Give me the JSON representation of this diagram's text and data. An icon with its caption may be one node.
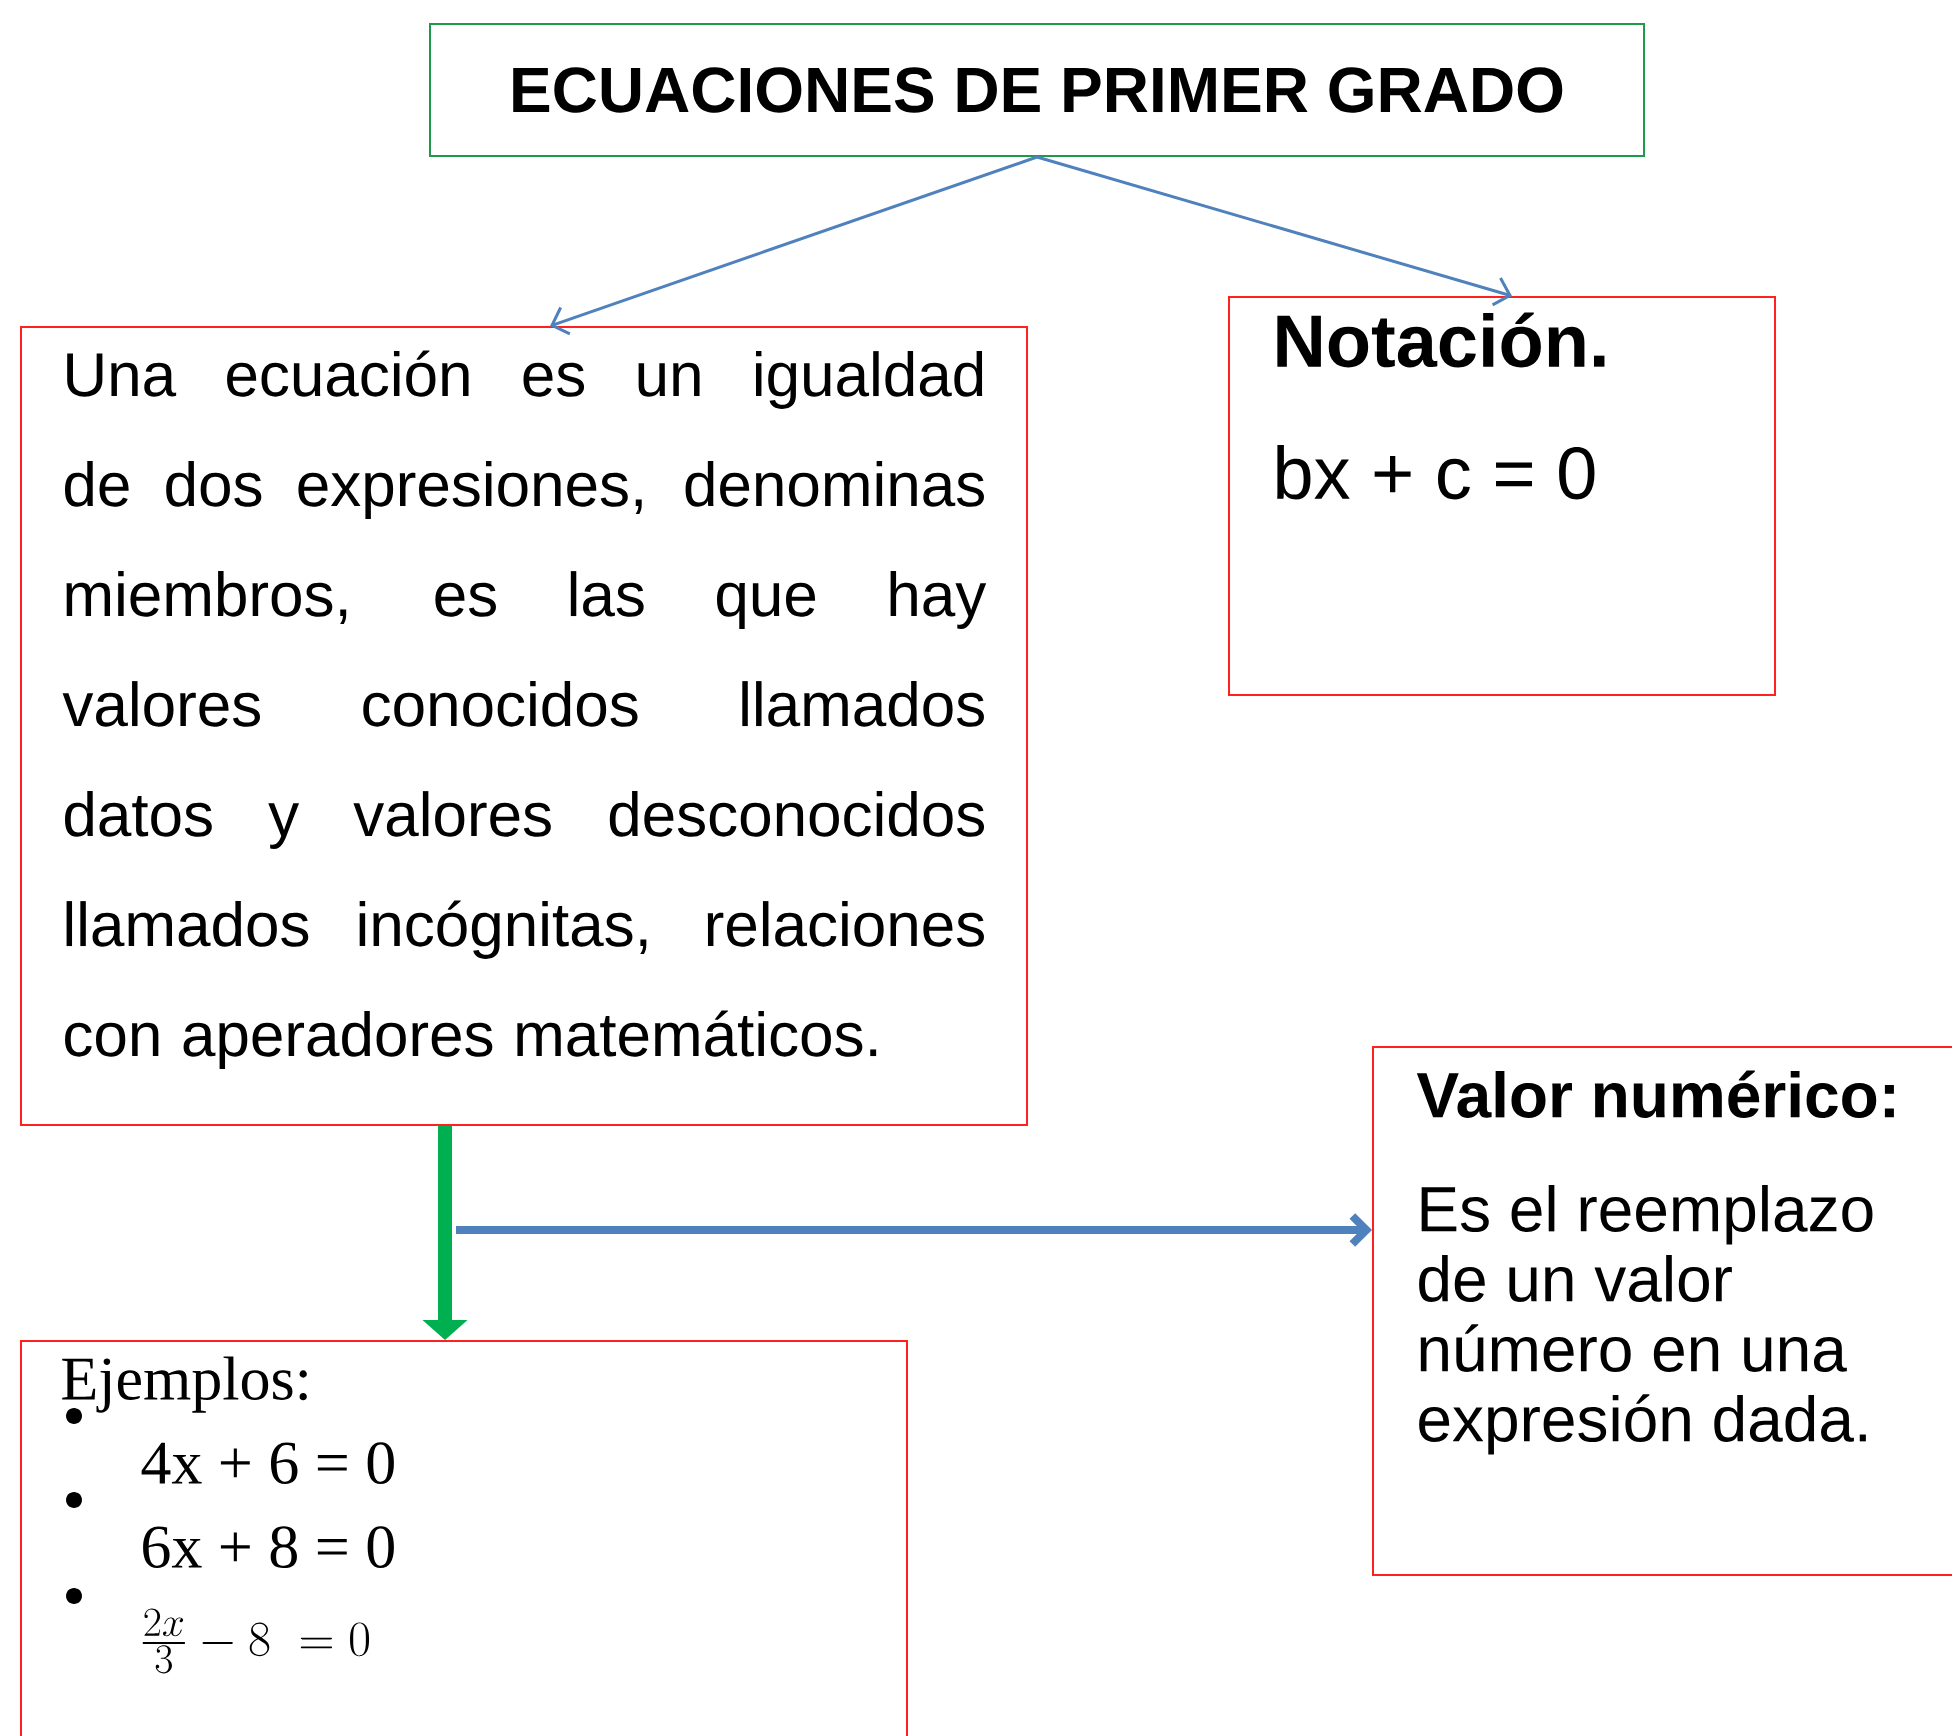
{
  "diagram": {
    "nodes": [
      {
        "text": [
          "ECUACIONES DE PRIMER GRADO"
        ]
      },
      {
        "text": [
          "Una ecuación es un  igualdad de dos expresiones, denominas miembros, es las que hay valores conocidos llamados datos y valores desconocidos llamados incógnitas, relaciones con aperadores matemáticos."
        ]
      },
      {
        "text": [
          "Notación.",
          "bx + c = 0"
        ]
      },
      {
        "text": [
          "Valor numérico:",
          "Es el reemplazo de un valor número en una expresión dada."
        ]
      },
      {
        "text": [
          "Ejemplos:",
          "4x + 6 = 0",
          "6x + 8 = 0",
          "\\frac{2x}{3}-8\\;=0"
        ]
      }
    ],
    "edges": [
      {
        "from": 0,
        "to": 1,
        "arrow": "to"
      },
      {
        "from": 0,
        "to": 2,
        "arrow": "to"
      },
      {
        "from": 1,
        "to": 4,
        "arrow": "to",
        "style": "thick",
        "color": "#00b050"
      },
      {
        "from": null,
        "to": 3,
        "arrow": "to",
        "style": "thick"
      }
    ]
  }
}
